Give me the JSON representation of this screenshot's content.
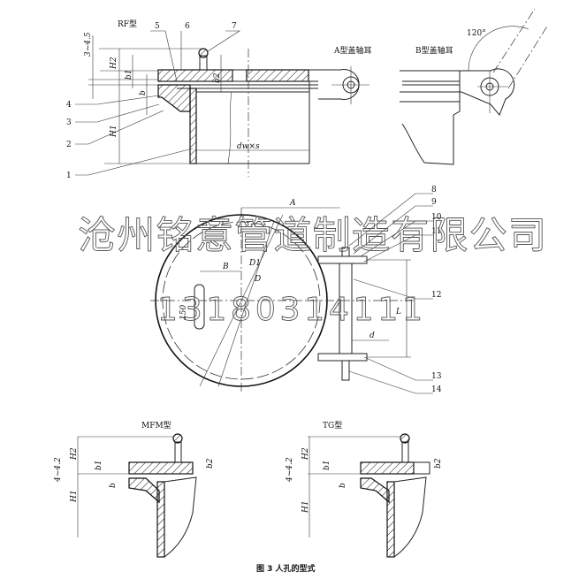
{
  "watermark": {
    "company": "沧州铭意管道制造有限公司",
    "phone": "13180314111"
  },
  "top_view": {
    "type_rf": "RF型",
    "type_a_ear": "A型盖轴耳",
    "type_b_ear": "B型盖轴耳",
    "angle": "120°",
    "dims": {
      "gap": "3~4.5",
      "h2": "H2",
      "h1": "H1",
      "b1": "b1",
      "b": "b",
      "b2": "b2",
      "dw": "dw×s"
    },
    "parts": [
      "1",
      "2",
      "3",
      "4",
      "5",
      "6",
      "7"
    ]
  },
  "plan_view": {
    "dims": {
      "a": "A",
      "b": "B",
      "d1": "D1",
      "d": "D",
      "l": "L",
      "small_d": "d",
      "slot": "150"
    },
    "parts": [
      "8",
      "9",
      "10",
      "11",
      "12",
      "13",
      "14"
    ]
  },
  "detail_mfm": {
    "title": "MFM型",
    "gap": "4~4.2",
    "h2": "H2",
    "h1": "H1",
    "b1": "b1",
    "b": "b",
    "b2": "b2"
  },
  "detail_tg": {
    "title": "TG型",
    "gap": "4~4.2",
    "h2": "H2",
    "h1": "H1",
    "b1": "b1",
    "b": "b",
    "b2": "b2"
  },
  "caption": "图 3   人孔的型式"
}
